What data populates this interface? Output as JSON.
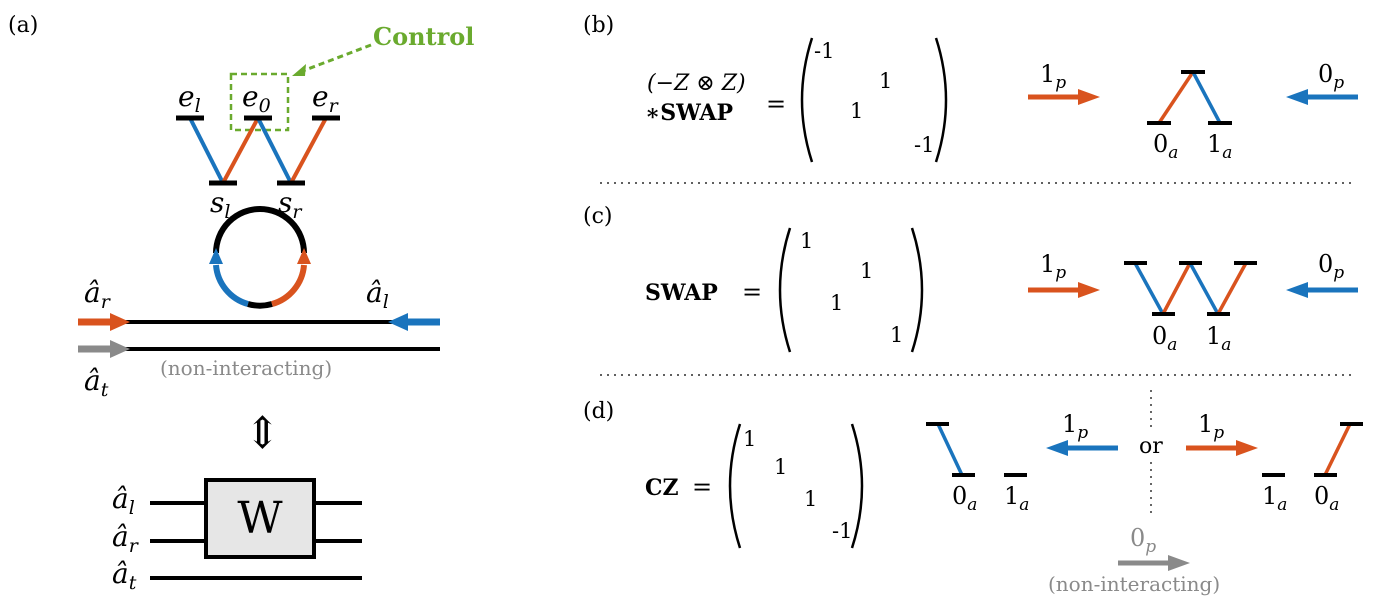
{
  "panels": {
    "a": {
      "label": "(a)",
      "control_label": "Control",
      "levels": {
        "el": "e",
        "el_sub": "l",
        "e0": "e",
        "e0_sub": "0",
        "er": "e",
        "er_sub": "r",
        "sl": "s",
        "sl_sub": "l",
        "sr": "s",
        "sr_sub": "r"
      },
      "ar": "â",
      "ar_sub": "r",
      "al": "â",
      "al_sub": "l",
      "at": "â",
      "at_sub": "t",
      "non_interacting": "(non-interacting)",
      "equiv_arrow": "⇕",
      "gate_label": "W",
      "gate_inputs": [
        {
          "sym": "â",
          "sub": "l"
        },
        {
          "sym": "â",
          "sub": "r"
        },
        {
          "sym": "â",
          "sub": "t"
        }
      ]
    },
    "b": {
      "label": "(b)",
      "prefix": "(−Z ⊗ Z)",
      "gate": "∗SWAP",
      "equals": "=",
      "matrix": [
        "-1",
        "1",
        "1",
        "-1"
      ],
      "left_photon": "1",
      "left_photon_sub": "p",
      "right_photon": "0",
      "right_photon_sub": "p",
      "states": [
        {
          "sym": "0",
          "sub": "a"
        },
        {
          "sym": "1",
          "sub": "a"
        }
      ]
    },
    "c": {
      "label": "(c)",
      "gate": "SWAP",
      "equals": "=",
      "matrix": [
        "1",
        "1",
        "1",
        "1"
      ],
      "left_photon": "1",
      "left_photon_sub": "p",
      "right_photon": "0",
      "right_photon_sub": "p",
      "states": [
        {
          "sym": "0",
          "sub": "a"
        },
        {
          "sym": "1",
          "sub": "a"
        }
      ]
    },
    "d": {
      "label": "(d)",
      "gate": "CZ",
      "equals": "=",
      "matrix": [
        "1",
        "1",
        "1",
        "-1"
      ],
      "left_photon": "1",
      "left_photon_sub": "p",
      "right_photon": "1",
      "right_photon_sub": "p",
      "or_label": "or",
      "bottom_photon": "0",
      "bottom_photon_sub": "p",
      "non_interacting": "(non-interacting)",
      "left_states": [
        {
          "sym": "0",
          "sub": "a"
        },
        {
          "sym": "1",
          "sub": "a"
        }
      ],
      "right_states": [
        {
          "sym": "1",
          "sub": "a"
        },
        {
          "sym": "0",
          "sub": "a"
        }
      ]
    }
  },
  "colors": {
    "blue": "#1a74bd",
    "orange": "#d9531e",
    "grey": "#8a8a8a",
    "green": "#6aaa2e",
    "gate_fill": "#e6e6e6"
  }
}
